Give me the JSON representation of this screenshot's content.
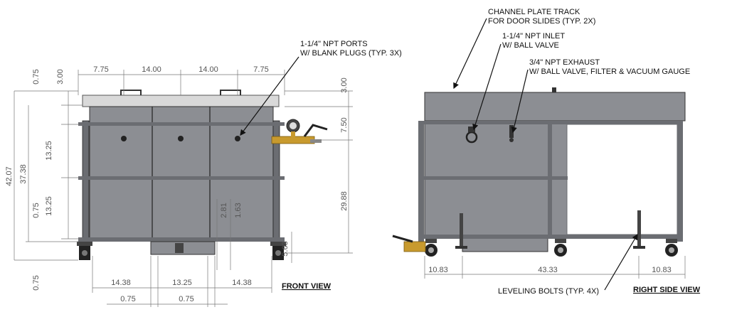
{
  "views": {
    "front": {
      "title": "FRONT VIEW"
    },
    "side": {
      "title": "RIGHT SIDE VIEW"
    }
  },
  "callouts": {
    "ports_line1": "1-1/4\" NPT PORTS",
    "ports_line2": "W/ BLANK PLUGS (TYP. 3X)",
    "track_line1": "CHANNEL PLATE TRACK",
    "track_line2": "FOR DOOR SLIDES (TYP. 2X)",
    "inlet_line1": "1-1/4\" NPT INLET",
    "inlet_line2": "W/ BALL VALVE",
    "exhaust_line1": "3/4\" NPT EXHAUST",
    "exhaust_line2": "W/ BALL VALVE, FILTER & VACUUM GAUGE",
    "leveling": "LEVELING BOLTS (TYP. 4X)"
  },
  "front_dims": {
    "top": [
      "7.75",
      "14.00",
      "14.00",
      "7.75"
    ],
    "left_outer": [
      "0.75",
      "42.07",
      "0.75"
    ],
    "left_second": "37.38",
    "left_third": [
      "3.00",
      "13.25",
      "0.75",
      "13.25"
    ],
    "right": [
      "3.00",
      "7.50",
      "29.88",
      "5.63"
    ],
    "inner_vertical": [
      "2.81",
      "1.63"
    ],
    "bottom": [
      "14.38",
      "13.25",
      "14.38"
    ],
    "bottom2": [
      "0.75",
      "0.75"
    ]
  },
  "side_dims": {
    "bottom": [
      "10.83",
      "43.33",
      "10.83"
    ]
  },
  "colors": {
    "steel": "#8c8e93",
    "steel_dark": "#5f6166",
    "frame": "#6b6d72",
    "brass": "#c89a2e"
  }
}
